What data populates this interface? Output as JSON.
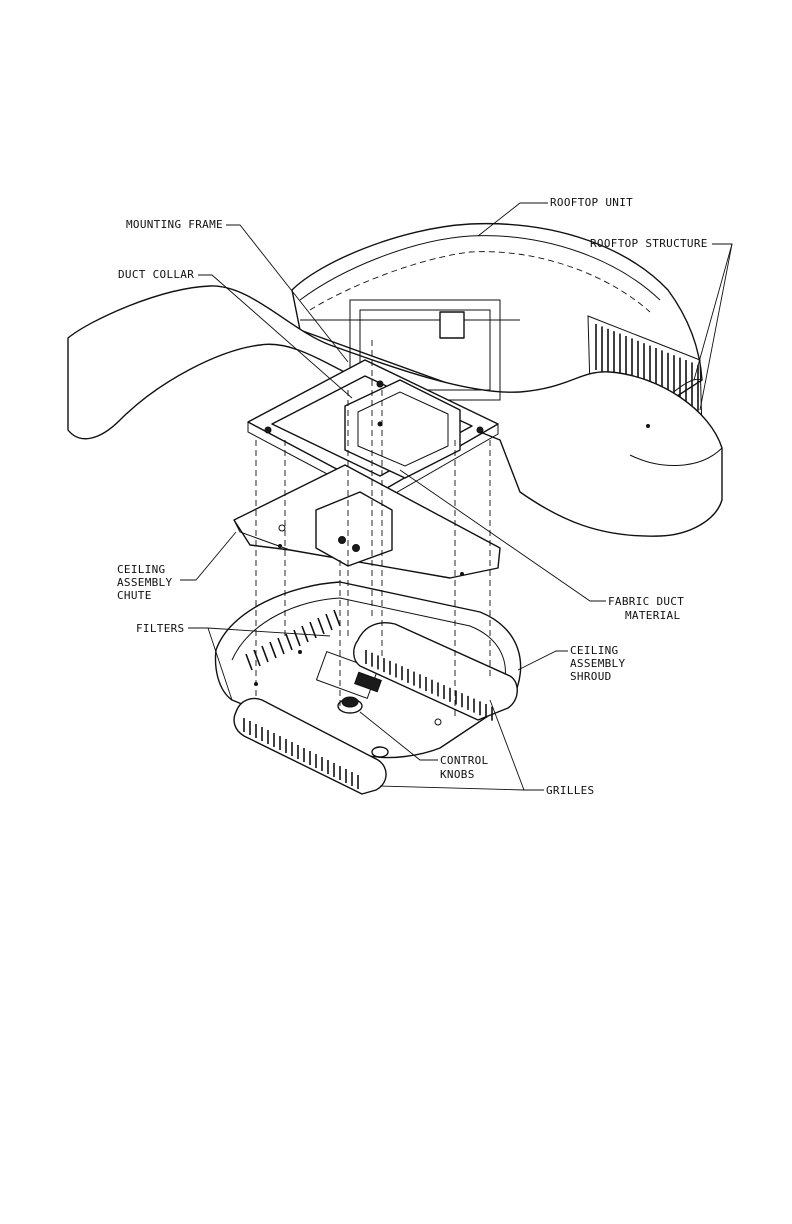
{
  "labels": {
    "rooftop_unit": "ROOFTOP UNIT",
    "rooftop_structure": "ROOFTOP STRUCTURE",
    "mounting_frame": "MOUNTING FRAME",
    "duct_collar": "DUCT COLLAR",
    "ceiling_chute": [
      "CEILING",
      "ASSEMBLY",
      "CHUTE"
    ],
    "fabric_duct": [
      "FABRIC DUCT",
      "MATERIAL"
    ],
    "filters": "FILTERS",
    "ceiling_shroud": [
      "CEILING",
      "ASSEMBLY",
      "SHROUD"
    ],
    "control_knobs": [
      "CONTROL",
      "KNOBS"
    ],
    "grilles": "GRILLES"
  }
}
